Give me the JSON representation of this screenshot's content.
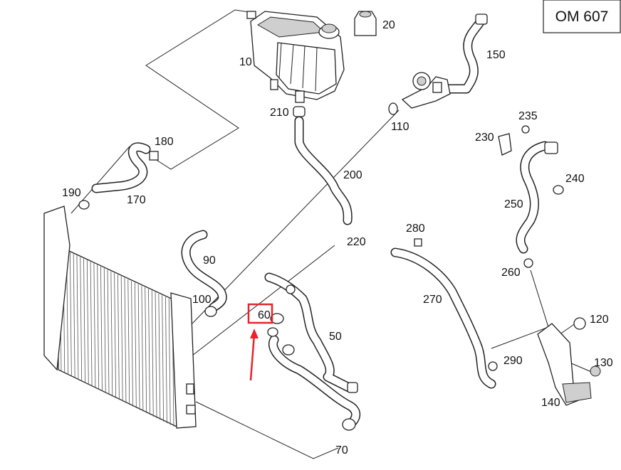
{
  "model_code": "OM 607",
  "highlight_color": "#e8232a",
  "highlighted_part": "60",
  "parts": [
    {
      "id": "10",
      "label": "10"
    },
    {
      "id": "20",
      "label": "20"
    },
    {
      "id": "50",
      "label": "50"
    },
    {
      "id": "60",
      "label": "60"
    },
    {
      "id": "70",
      "label": "70"
    },
    {
      "id": "90",
      "label": "90"
    },
    {
      "id": "100",
      "label": "100"
    },
    {
      "id": "110",
      "label": "110"
    },
    {
      "id": "120",
      "label": "120"
    },
    {
      "id": "130",
      "label": "130"
    },
    {
      "id": "140",
      "label": "140"
    },
    {
      "id": "150",
      "label": "150"
    },
    {
      "id": "170",
      "label": "170"
    },
    {
      "id": "180",
      "label": "180"
    },
    {
      "id": "190",
      "label": "190"
    },
    {
      "id": "200",
      "label": "200"
    },
    {
      "id": "210",
      "label": "210"
    },
    {
      "id": "220",
      "label": "220"
    },
    {
      "id": "230",
      "label": "230"
    },
    {
      "id": "235",
      "label": "235"
    },
    {
      "id": "240",
      "label": "240"
    },
    {
      "id": "250",
      "label": "250"
    },
    {
      "id": "260",
      "label": "260"
    },
    {
      "id": "270",
      "label": "270"
    },
    {
      "id": "280",
      "label": "280"
    },
    {
      "id": "290",
      "label": "290"
    }
  ]
}
